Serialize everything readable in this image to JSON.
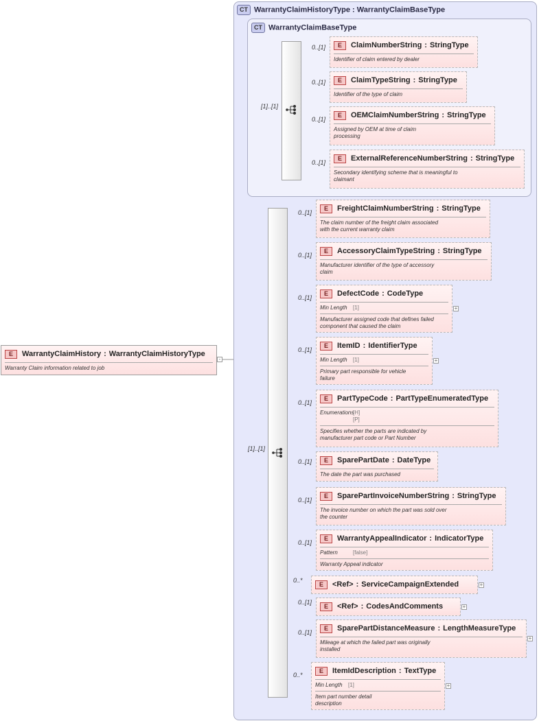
{
  "outer_type": {
    "badge": "CT",
    "title": "WarrantyClaimHistoryType : WarrantyClaimBaseType"
  },
  "base_type": {
    "badge": "CT",
    "title": "WarrantyClaimBaseType"
  },
  "root": {
    "badge": "E",
    "name": "WarrantyClaimHistory",
    "type": "WarrantyClaimHistoryType",
    "doc": "Warranty Claim information related to job",
    "collapse": "-"
  },
  "base_sequence_card": "[1]..[1]",
  "main_sequence_card": "[1]..[1]",
  "base_elements": [
    {
      "card": "0..[1]",
      "badge": "E",
      "name": "ClaimNumberString",
      "type": "StringType",
      "doc": [
        "Identifier of claim entered by dealer"
      ]
    },
    {
      "card": "0..[1]",
      "badge": "E",
      "name": "ClaimTypeString",
      "type": "StringType",
      "doc": [
        "Identifier of the type of claim"
      ]
    },
    {
      "card": "0..[1]",
      "badge": "E",
      "name": "OEMClaimNumberString",
      "type": "StringType",
      "doc": [
        "Assigned by OEM at time of claim",
        "processing"
      ]
    },
    {
      "card": "0..[1]",
      "badge": "E",
      "name": "ExternalReferenceNumberString",
      "type": "StringType",
      "doc": [
        "Secondary identifying scheme that is meaningful to",
        "claimant"
      ]
    }
  ],
  "elements": [
    {
      "card": "0..[1]",
      "badge": "E",
      "name": "FreightClaimNumberString",
      "type": "StringType",
      "doc": [
        "The claim number of the freight claim associated",
        "with the current warranty claim"
      ]
    },
    {
      "card": "0..[1]",
      "badge": "E",
      "name": "AccessoryClaimTypeString",
      "type": "StringType",
      "doc": [
        "Manufacturer identifier of the type of accessory",
        "claim"
      ]
    },
    {
      "card": "0..[1]",
      "badge": "E",
      "name": "DefectCode",
      "type": "CodeType",
      "facet_label": "Min Length",
      "facet_values": [
        "[1]"
      ],
      "doc": [
        "Manufacturer assigned code that defines failed",
        "component that caused the claim"
      ],
      "plus": "+"
    },
    {
      "card": "0..[1]",
      "badge": "E",
      "name": "ItemID",
      "type": "IdentifierType",
      "facet_label": "Min Length",
      "facet_values": [
        "[1]"
      ],
      "doc": [
        "Primary part responsible for vehicle",
        "failure"
      ],
      "plus": "+"
    },
    {
      "card": "0..[1]",
      "badge": "E",
      "name": "PartTypeCode",
      "type": "PartTypeEnumeratedType",
      "facet_label": "Enumerations",
      "facet_values": [
        "[H]",
        "[P]"
      ],
      "doc": [
        "Specifies whether the parts are indicated by",
        "manufacturer part code or Part Number"
      ]
    },
    {
      "card": "0..[1]",
      "badge": "E",
      "name": "SparePartDate",
      "type": "DateType",
      "doc": [
        "The date the part was purchased"
      ]
    },
    {
      "card": "0..[1]",
      "badge": "E",
      "name": "SparePartInvoiceNumberString",
      "type": "StringType",
      "doc": [
        "The invoice number on which the part was sold over",
        "the counter"
      ]
    },
    {
      "card": "0..[1]",
      "badge": "E",
      "name": "WarrantyAppealIndicator",
      "type": "IndicatorType",
      "facet_label": "Pattern",
      "facet_values": [
        "[false]"
      ],
      "doc": [
        "Warranty Appeal indicator"
      ]
    },
    {
      "card": "0..*",
      "badge": "E",
      "name": "<Ref>",
      "type": "ServiceCampaignExtended",
      "plus": "+"
    },
    {
      "card": "0..[1]",
      "badge": "E",
      "name": "<Ref>",
      "type": "CodesAndComments",
      "plus": "+"
    },
    {
      "card": "0..[1]",
      "badge": "E",
      "name": "SparePartDistanceMeasure",
      "type": "LengthMeasureType",
      "doc": [
        "Mileage at which the failed part was originally",
        "installed"
      ],
      "plus": "+"
    },
    {
      "card": "0..*",
      "badge": "E",
      "name": "ItemIdDescription",
      "type": "TextType",
      "facet_label": "Min Length",
      "facet_values": [
        "[1]"
      ],
      "doc": [
        "Item part number detail",
        "description"
      ],
      "plus": "+"
    }
  ]
}
